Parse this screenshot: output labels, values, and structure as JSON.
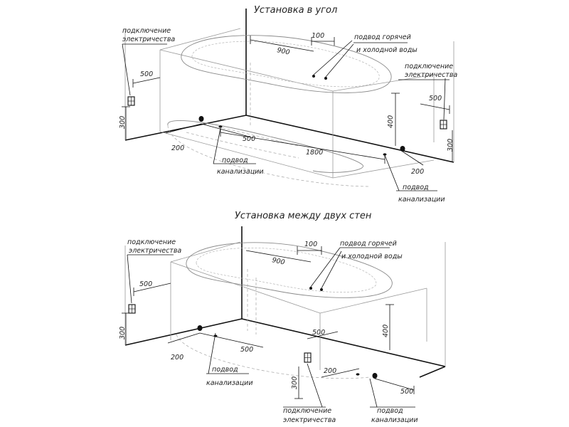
{
  "diagram": {
    "corner": {
      "title": "Установка в угол",
      "labels": {
        "electric": [
          "подключение",
          "электричества"
        ],
        "water": [
          "подвод горячей",
          "и холодной воды"
        ],
        "electric_right": [
          "подключение",
          "электричества"
        ],
        "sewer": [
          "подвод",
          "канализации"
        ],
        "sewer_right": [
          "подвод",
          "канализации"
        ]
      },
      "dims": {
        "d100": "100",
        "d900": "900",
        "d500_left": "500",
        "d300_left": "300",
        "d200_left": "200",
        "d500_floor": "500",
        "d1800": "1800",
        "d400": "400",
        "d500_right": "500",
        "d300_right": "300",
        "d200_right": "200"
      }
    },
    "walls": {
      "title": "Установка между двух стен",
      "labels": {
        "electric": [
          "подключение",
          "электричества"
        ],
        "water": [
          "подвод горячей",
          "и холодной воды"
        ],
        "sewer": [
          "подвод",
          "канализации"
        ],
        "electric_bottom": [
          "подключение",
          "электричества"
        ],
        "sewer_bottom": [
          "подвод",
          "канализации"
        ]
      },
      "dims": {
        "d100": "100",
        "d900": "900",
        "d500_left": "500",
        "d300_left": "300",
        "d200_left": "200",
        "d500_floor": "500",
        "d500_mid": "500",
        "d400": "400",
        "d200_mid": "200",
        "d300_mid": "300",
        "d500_right": "500"
      }
    }
  }
}
